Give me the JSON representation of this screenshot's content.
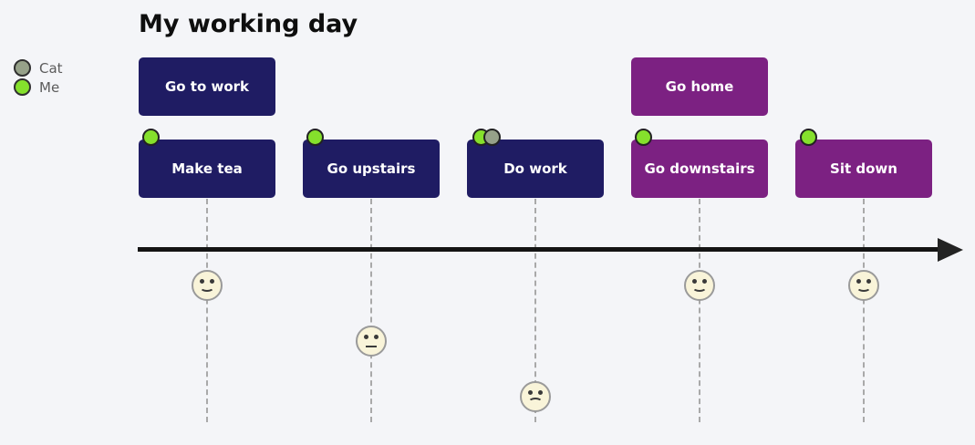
{
  "title": "My working day",
  "legend": {
    "items": [
      {
        "label": "Cat",
        "color": "#96a189"
      },
      {
        "label": "Me",
        "color": "#85e02c"
      }
    ]
  },
  "timeline": {
    "boxes": [
      {
        "label": "Go to work",
        "row": "top",
        "color": "#1f1c63",
        "markers": []
      },
      {
        "label": "Go home",
        "row": "top",
        "color": "#7c2182",
        "markers": []
      },
      {
        "label": "Make tea",
        "row": "bottom",
        "color": "#1f1c63",
        "markers": [
          "Me"
        ]
      },
      {
        "label": "Go upstairs",
        "row": "bottom",
        "color": "#1f1c63",
        "markers": [
          "Me"
        ]
      },
      {
        "label": "Do work",
        "row": "bottom",
        "color": "#1f1c63",
        "markers": [
          "Me",
          "Cat"
        ]
      },
      {
        "label": "Go downstairs",
        "row": "bottom",
        "color": "#7c2182",
        "markers": [
          "Me"
        ]
      },
      {
        "label": "Sit down",
        "row": "bottom",
        "color": "#7c2182",
        "markers": [
          "Me"
        ]
      }
    ],
    "axis": {
      "direction": "right",
      "color": "#141414"
    },
    "mood_faces": [
      {
        "column": "Make tea",
        "mood": "happy"
      },
      {
        "column": "Go upstairs",
        "mood": "neutral"
      },
      {
        "column": "Do work",
        "mood": "sad"
      },
      {
        "column": "Go downstairs",
        "mood": "happy"
      },
      {
        "column": "Sit down",
        "mood": "happy"
      }
    ]
  },
  "colors": {
    "background": "#f4f5f8",
    "navy_box": "#1f1c63",
    "purple_box": "#7c2182",
    "me_marker": "#85e02c",
    "cat_marker": "#96a189",
    "face_fill": "#f9f4d9",
    "face_border": "#9a9a9a",
    "dashed_line": "#a9a9a9",
    "axis": "#141414"
  }
}
